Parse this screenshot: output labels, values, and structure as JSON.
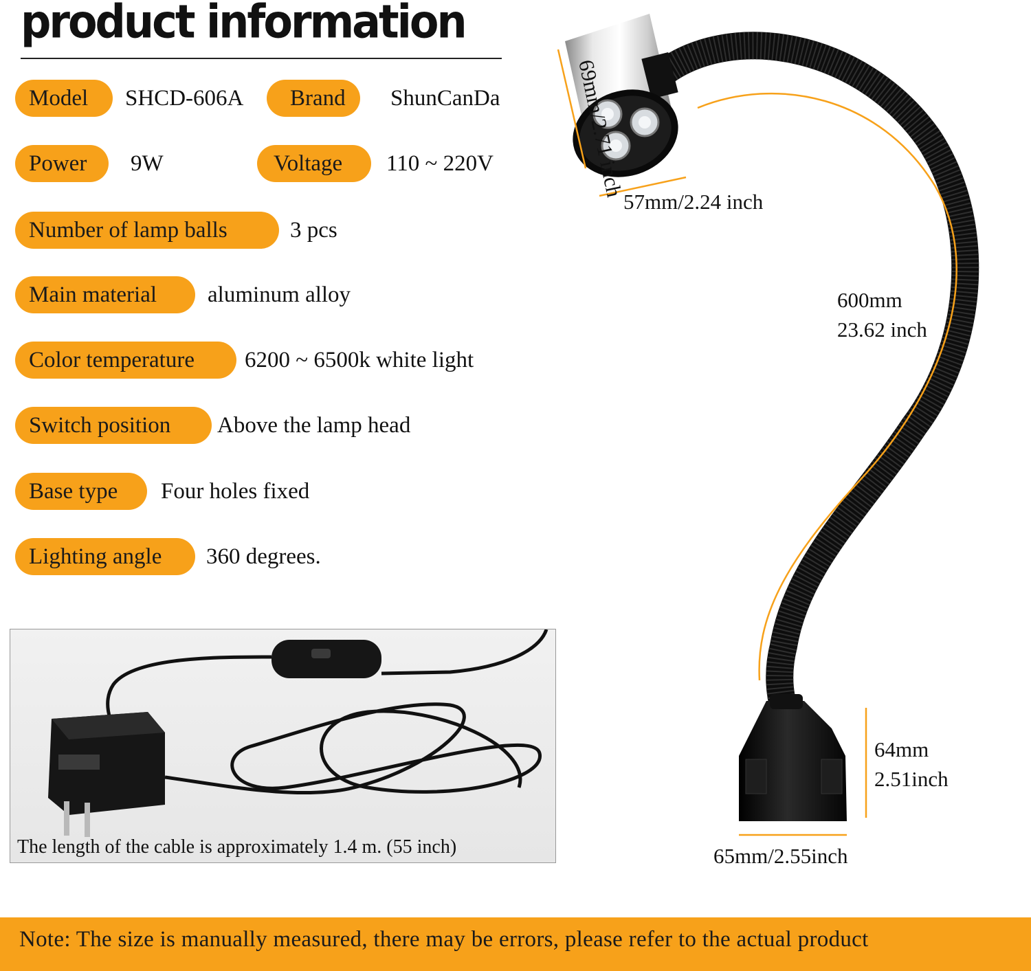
{
  "title": "product information",
  "specs": {
    "model_label": "Model",
    "model_value": "SHCD-606A",
    "brand_label": "Brand",
    "brand_value": "ShunCanDa",
    "power_label": "Power",
    "power_value": "9W",
    "voltage_label": "Voltage",
    "voltage_value": "110 ~ 220V",
    "lamp_balls_label": "Number of lamp balls",
    "lamp_balls_value": "3 pcs",
    "material_label": "Main material",
    "material_value": "aluminum alloy",
    "color_temp_label": "Color temperature",
    "color_temp_value": "6200 ~ 6500k white light",
    "switch_label": "Switch position",
    "switch_value": "Above the lamp head",
    "base_label": "Base type",
    "base_value": "Four holes fixed",
    "angle_label": "Lighting angle",
    "angle_value": "360 degrees."
  },
  "dimensions": {
    "head_height": "69mm/2.71 inch",
    "head_width": "57mm/2.24 inch",
    "neck_length_mm": "600mm",
    "neck_length_in": "23.62 inch",
    "base_height_mm": "64mm",
    "base_height_in": "2.51inch",
    "base_width": "65mm/2.55inch"
  },
  "cable_caption": "The length of the cable is approximately 1.4 m. (55 inch)",
  "note": "Note: The size is manually measured, there may be errors, please refer to the actual product",
  "colors": {
    "accent": "#f7a11a",
    "lamp_black": "#111111"
  }
}
